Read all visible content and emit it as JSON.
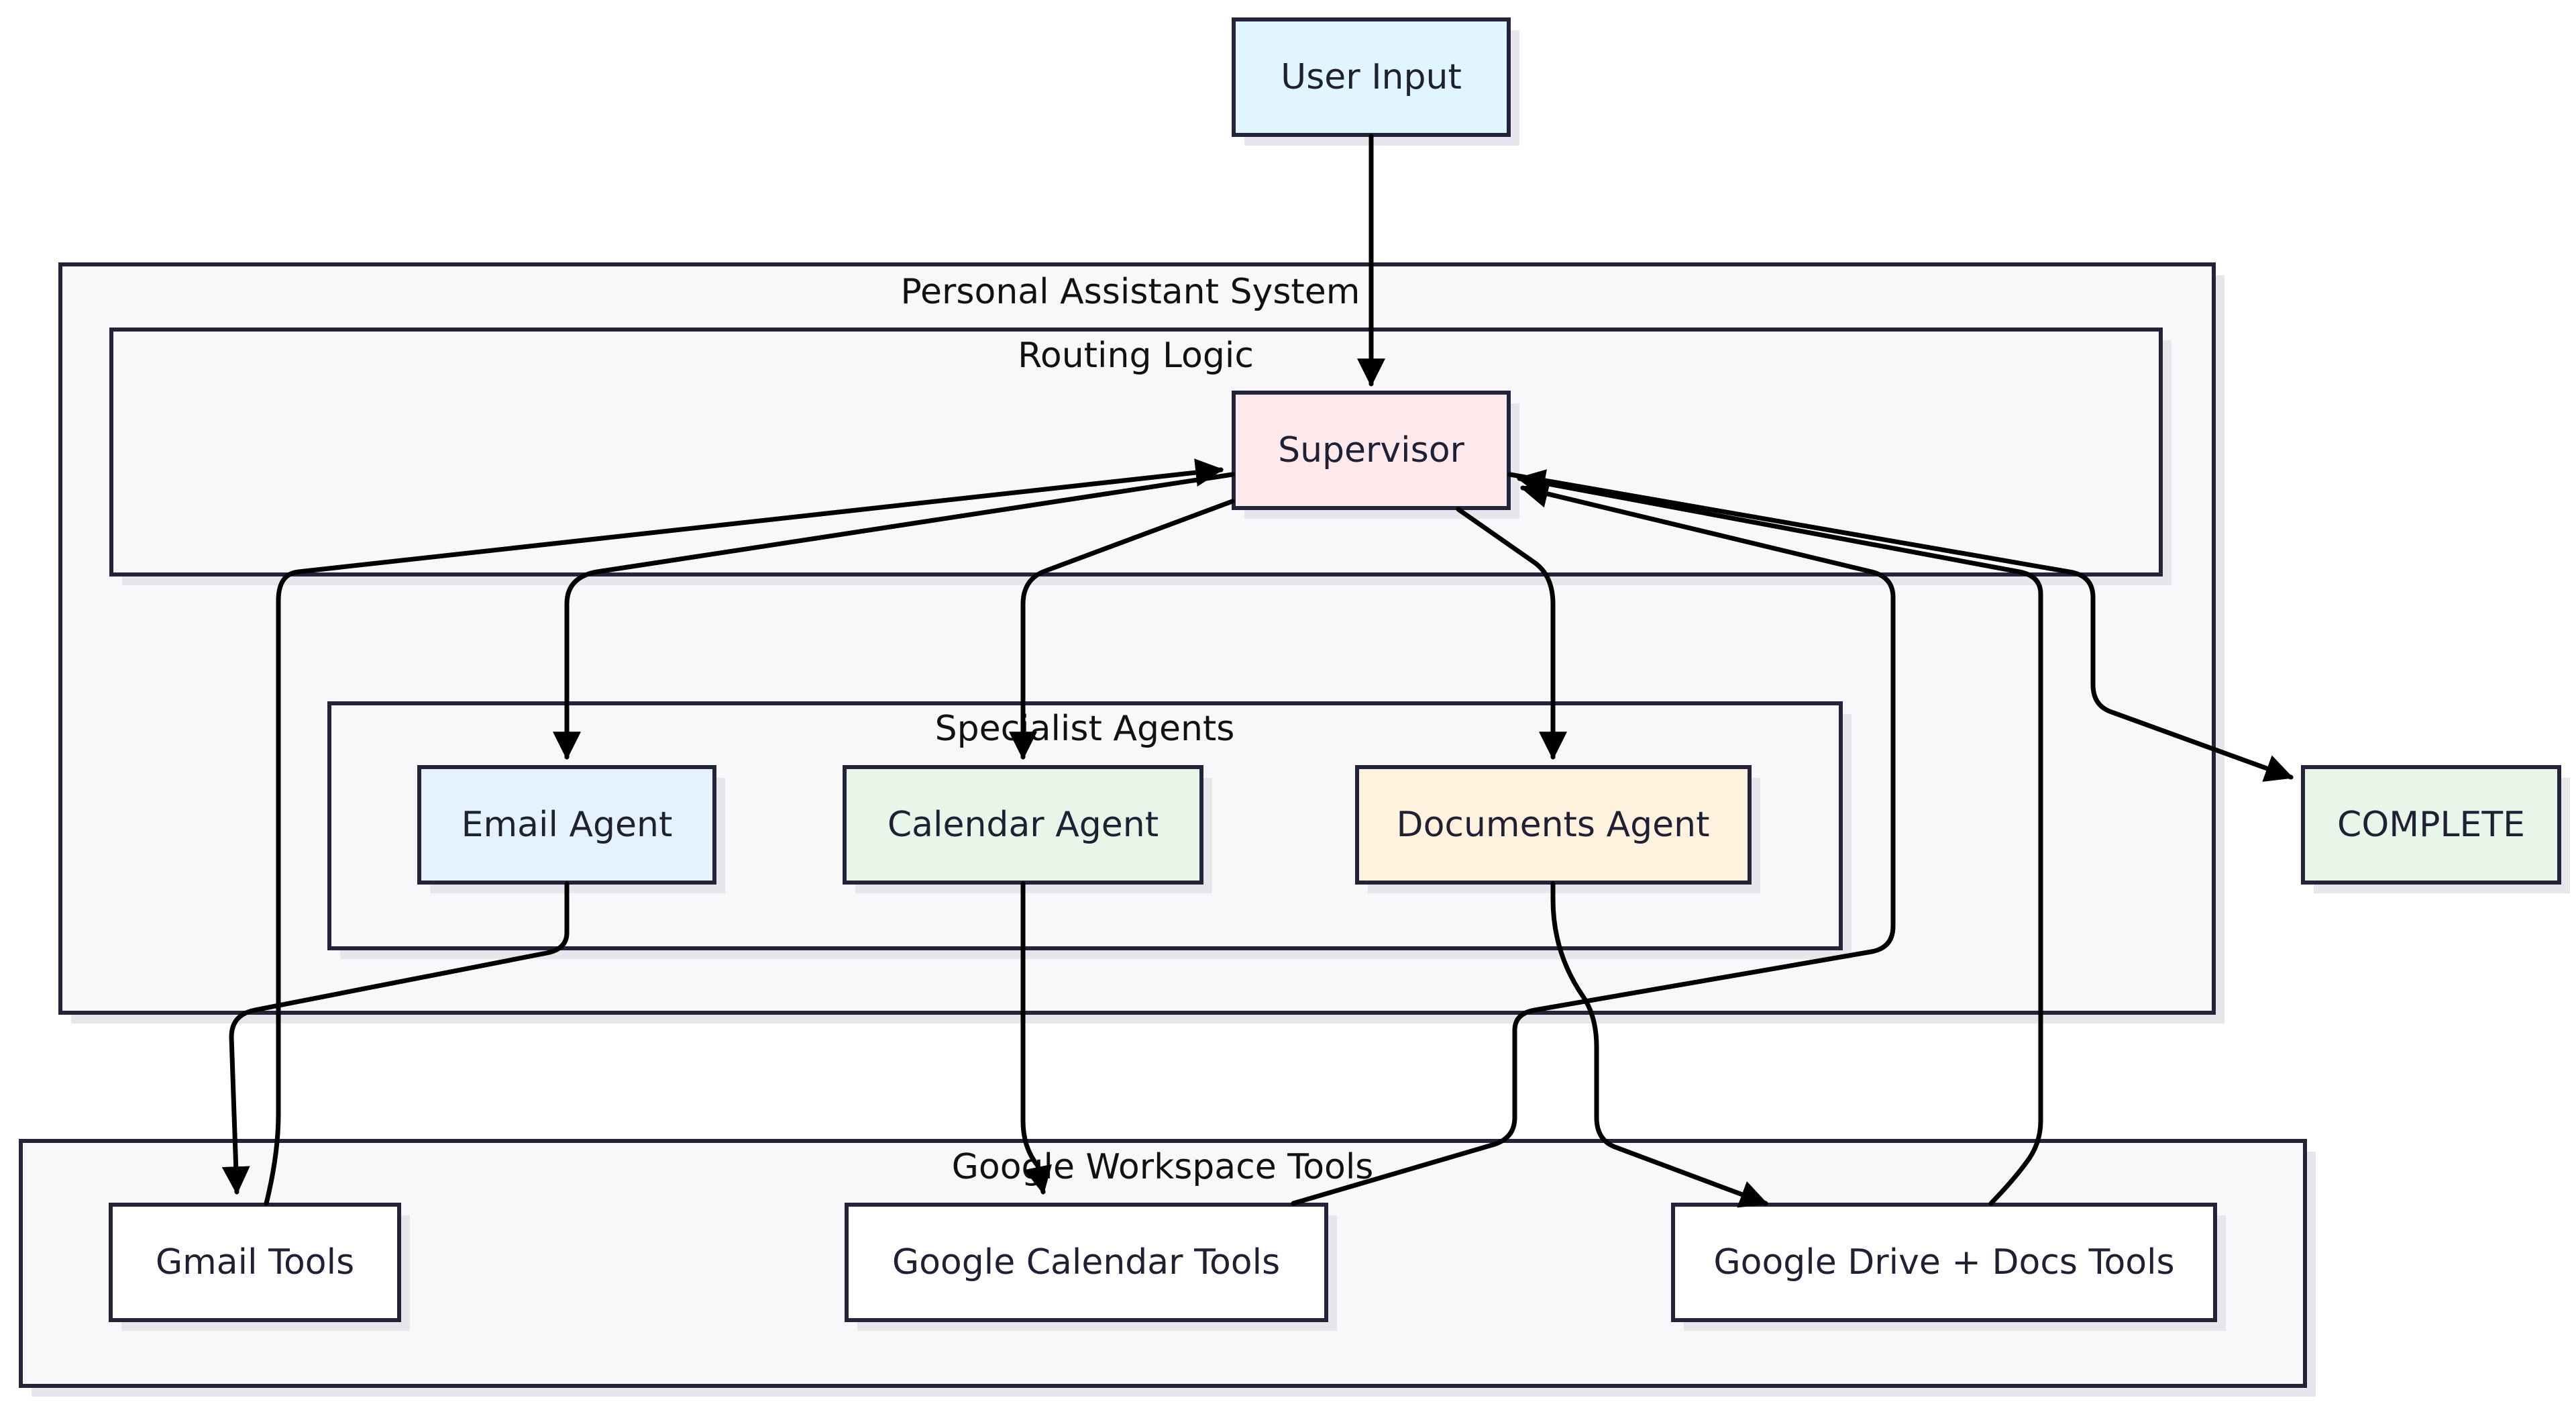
{
  "groups": {
    "system": "Personal Assistant System",
    "routing": "Routing Logic",
    "specialists": "Specialist Agents",
    "tools": "Google Workspace Tools"
  },
  "nodes": {
    "user_input": {
      "label": "User Input",
      "color": "#e1f5fe"
    },
    "supervisor": {
      "label": "Supervisor",
      "color": "#fde8ec"
    },
    "email_agent": {
      "label": "Email Agent",
      "color": "#e3f2fd"
    },
    "calendar_agent": {
      "label": "Calendar Agent",
      "color": "#e8f5e9"
    },
    "documents_agent": {
      "label": "Documents Agent",
      "color": "#fff3e0"
    },
    "complete": {
      "label": "COMPLETE",
      "color": "#e8f5e9"
    },
    "gmail_tools": {
      "label": "Gmail Tools",
      "color": "#ffffff"
    },
    "calendar_tools": {
      "label": "Google Calendar Tools",
      "color": "#ffffff"
    },
    "drive_tools": {
      "label": "Google Drive + Docs Tools",
      "color": "#ffffff"
    }
  },
  "edges": [
    {
      "from": "User Input",
      "to": "Supervisor"
    },
    {
      "from": "Supervisor",
      "to": "Email Agent"
    },
    {
      "from": "Supervisor",
      "to": "Calendar Agent"
    },
    {
      "from": "Supervisor",
      "to": "Documents Agent"
    },
    {
      "from": "Supervisor",
      "to": "COMPLETE"
    },
    {
      "from": "Email Agent",
      "to": "Gmail Tools"
    },
    {
      "from": "Calendar Agent",
      "to": "Google Calendar Tools"
    },
    {
      "from": "Documents Agent",
      "to": "Google Drive + Docs Tools"
    },
    {
      "from": "Gmail Tools",
      "to": "Supervisor"
    },
    {
      "from": "Google Calendar Tools",
      "to": "Supervisor"
    },
    {
      "from": "Google Drive + Docs Tools",
      "to": "Supervisor"
    }
  ],
  "colors": {
    "group_fill": "#f8f8fa",
    "border": "#23233a",
    "edge": "#000000"
  }
}
